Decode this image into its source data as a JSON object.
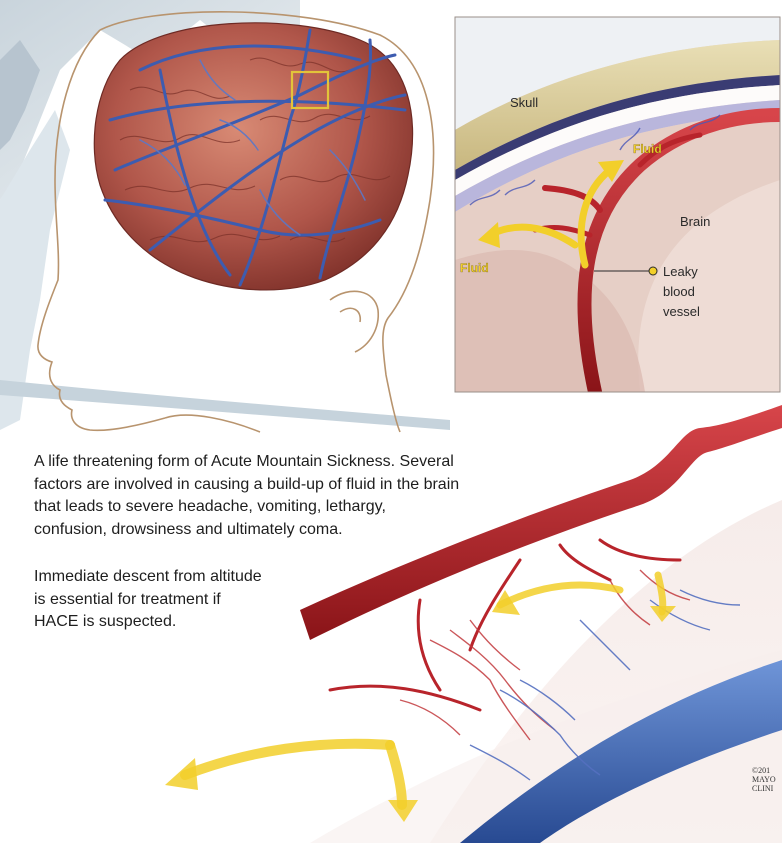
{
  "inset": {
    "skull_label": "Skull",
    "fluid_label_top": "Fluid",
    "fluid_label_left": "Fluid",
    "brain_label": "Brain",
    "leaky_lines": [
      "Leaky",
      "blood",
      "vessel"
    ]
  },
  "description": {
    "lines": [
      "A life threatening form of Acute Mountain Sickness. Several",
      "factors are involved in causing a build-up of fluid in the brain",
      "that leads to severe headache, vomiting, lethargy,",
      "confusion, drowsiness and ultimately coma."
    ]
  },
  "note": {
    "lines": [
      "Immediate descent from altitude",
      "is essential for treatment if",
      "HACE is suspected."
    ]
  },
  "copyright": {
    "lines": [
      "©201",
      "MAYO",
      "CLINI"
    ]
  },
  "colors": {
    "artery": "#b8242b",
    "vein": "#3d63b4",
    "brain": "#b0564a",
    "fluid_arrow": "#f2cf2a",
    "highlight_box": "#e2c43a"
  }
}
